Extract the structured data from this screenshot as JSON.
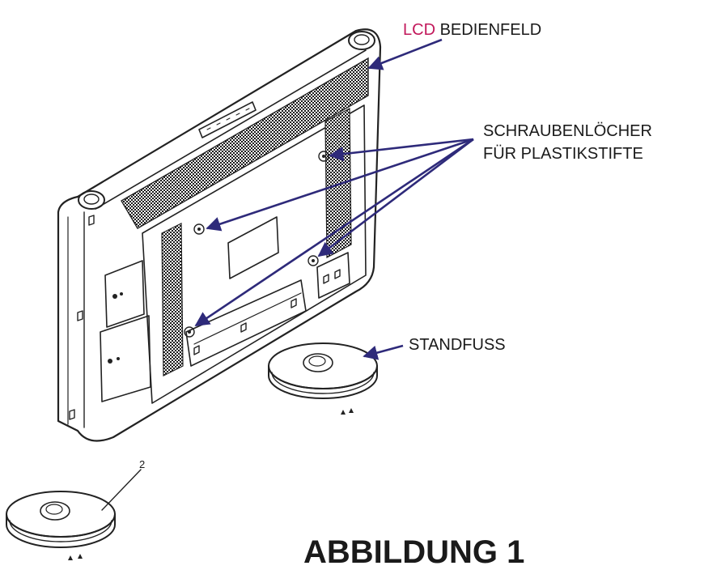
{
  "labels": {
    "lcd_prefix": "LCD",
    "lcd_rest": " BEDIENFELD",
    "screw_line1": "SCHRAUBENLÖCHER",
    "screw_line2": "FÜR PLASTIKSTIFTE",
    "stand": "STANDFUSS",
    "part_number": "2",
    "figure_title": "ABBILDUNG 1"
  },
  "colors": {
    "lcd_accent": "#c2185b",
    "arrow": "#2e2a7a",
    "line": "#222222"
  }
}
